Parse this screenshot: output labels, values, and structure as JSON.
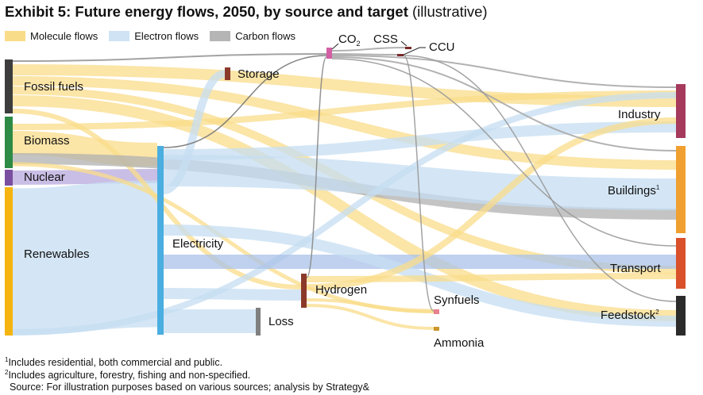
{
  "title": {
    "bold": "Exhibit 5: Future energy flows, 2050, by source and target",
    "sub": "(illustrative)"
  },
  "legend": [
    {
      "label": "Molecule flows",
      "color": "#f9dc8a"
    },
    {
      "label": "Electron flows",
      "color": "#cfe3f4"
    },
    {
      "label": "Carbon flows",
      "color": "#b5b5b5"
    }
  ],
  "nodes": {
    "fossil": "Fossil fuels",
    "biomass": "Biomass",
    "nuclear": "Nuclear",
    "renewables": "Renewables",
    "electricity": "Electricity",
    "storage": "Storage",
    "hydrogen": "Hydrogen",
    "loss": "Loss",
    "co2": "CO",
    "co2_sub": "2",
    "css": "CSS",
    "ccu": "CCU",
    "synfuels": "Synfuels",
    "ammonia": "Ammonia",
    "industry": "Industry",
    "buildings": "Buildings",
    "buildings_sup": "1",
    "transport": "Transport",
    "feedstock": "Feedstock",
    "feedstock_sup": "2"
  },
  "footnotes": {
    "n1_mark": "1",
    "n1": "Includes residential, both commercial and public.",
    "n2_mark": "2",
    "n2": "Includes agriculture, forestry, fishing and non-specified.",
    "source": "Source: For illustration purposes based on various sources; analysis by Strategy&"
  }
}
